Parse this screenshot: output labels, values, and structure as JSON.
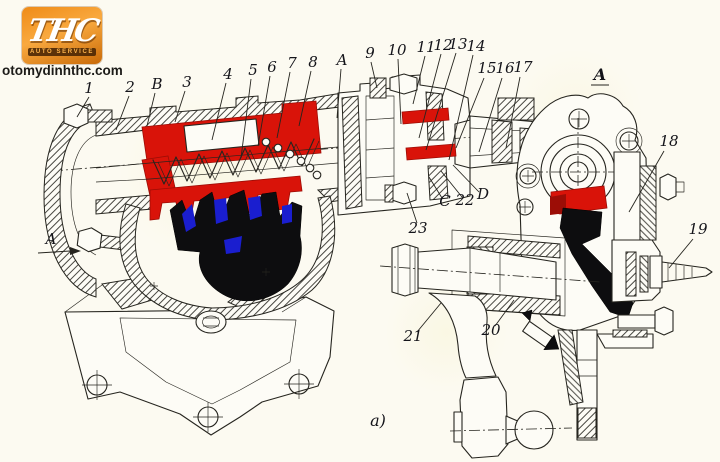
{
  "watermark": {
    "logo_text": "THC",
    "logo_sub": "AUTO SERVICE",
    "site": "otomydinhthc.com"
  },
  "colors": {
    "paper": "#fcfaf1",
    "orange": "#ef8b17",
    "orange_dark": "#c96a08",
    "red": "#d91309",
    "dark_red": "#9c0d06",
    "gear_blue": "#1a1ecf",
    "gear_black": "#0d0d0f",
    "line": "#26251f"
  },
  "figure": {
    "caption": "a)",
    "section_arrow_label": "A",
    "callouts": [
      {
        "text": "1"
      },
      {
        "text": "2"
      },
      {
        "text": "B"
      },
      {
        "text": "3"
      },
      {
        "text": "4"
      },
      {
        "text": "5"
      },
      {
        "text": "6"
      },
      {
        "text": "7"
      },
      {
        "text": "8"
      },
      {
        "text": "A"
      },
      {
        "text": "9"
      },
      {
        "text": "10"
      },
      {
        "text": "11"
      },
      {
        "text": "12"
      },
      {
        "text": "13"
      },
      {
        "text": "14"
      },
      {
        "text": "15"
      },
      {
        "text": "16"
      },
      {
        "text": "17"
      },
      {
        "text": "A"
      },
      {
        "text": "18"
      },
      {
        "text": "19"
      },
      {
        "text": "C"
      },
      {
        "text": "22"
      },
      {
        "text": "D"
      },
      {
        "text": "23"
      },
      {
        "text": "21"
      },
      {
        "text": "20"
      }
    ]
  }
}
